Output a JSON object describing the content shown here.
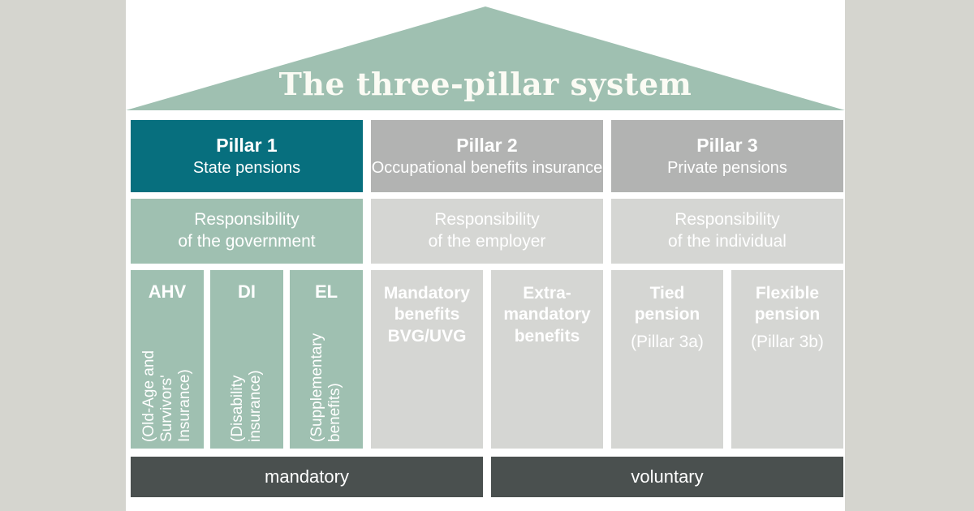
{
  "colors": {
    "page-bg": "#d5d5cf",
    "panel-bg": "#ffffff",
    "sage": "#9fc0b1",
    "teal": "#076f7e",
    "grey-header": "#b2b3b2",
    "grey-light": "#d5d6d3",
    "bar-dark": "#4a504f",
    "text-white": "#ffffff",
    "title-text": "#fbfbf4"
  },
  "roof": {
    "title": "The three-pillar system"
  },
  "pillar1": {
    "name": "Pillar 1",
    "subtitle": "State pensions",
    "responsibility": "Responsibility\nof the government",
    "columns": [
      {
        "abbr": "AHV",
        "full": "(Old-Age and\nSurvivors'\nInsurance)"
      },
      {
        "abbr": "DI",
        "full": "(Disability\ninsurance)"
      },
      {
        "abbr": "EL",
        "full": "(Supplementary\nbenefits)"
      }
    ]
  },
  "pillar2": {
    "name": "Pillar 2",
    "subtitle": "Occupational benefits insurance",
    "responsibility": "Responsibility\nof the employer",
    "columns": [
      {
        "title": "Mandatory\nbenefits\nBVG/UVG"
      },
      {
        "title": "Extra-\nmandatory\nbenefits"
      }
    ]
  },
  "pillar3": {
    "name": "Pillar 3",
    "subtitle": "Private pensions",
    "responsibility": "Responsibility\nof the individual",
    "columns": [
      {
        "title": "Tied\npension",
        "subtitle": "(Pillar 3a)"
      },
      {
        "title": "Flexible\npension",
        "subtitle": "(Pillar 3b)"
      }
    ]
  },
  "footer": {
    "mandatory": "mandatory",
    "voluntary": "voluntary"
  }
}
